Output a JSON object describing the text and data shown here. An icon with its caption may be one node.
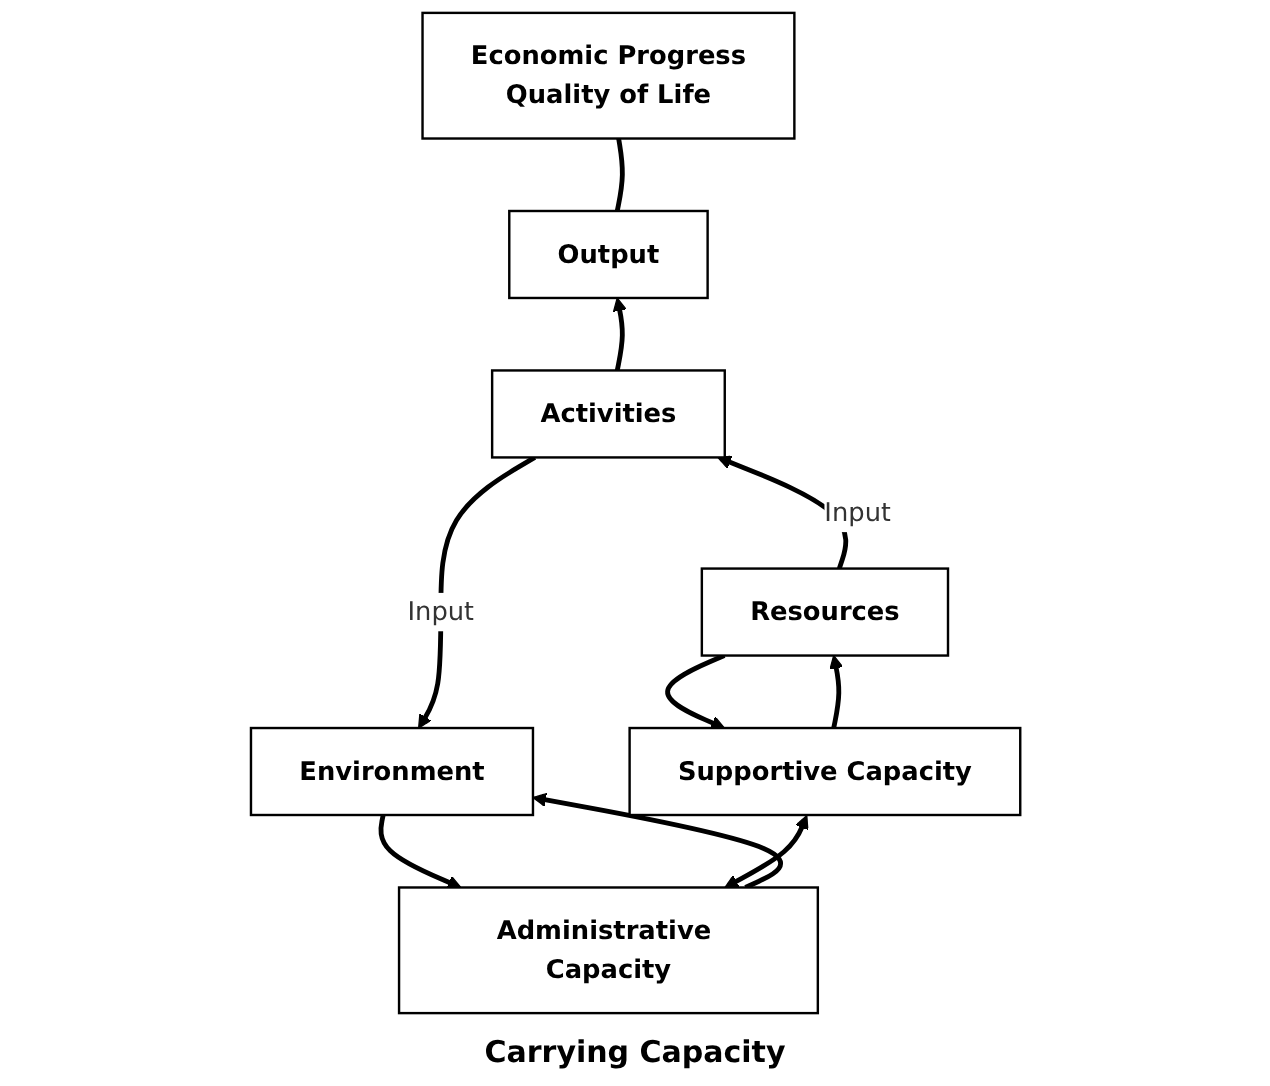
{
  "diagram": {
    "caption": "Carrying Capacity",
    "nodes": [
      {
        "text": [
          "Economic Progress",
          "Quality of Life"
        ]
      },
      {
        "text": [
          "Output"
        ]
      },
      {
        "text": [
          "Activities"
        ]
      },
      {
        "text": [
          "Resources"
        ]
      },
      {
        "text": [
          "Environment"
        ]
      },
      {
        "text": [
          "Supportive Capacity"
        ]
      },
      {
        "text": [
          "Administrative Capacity"
        ]
      }
    ],
    "edges": [
      {
        "from": 1,
        "to": 0,
        "arrow": "none"
      },
      {
        "from": 2,
        "to": 1,
        "arrow": "to"
      },
      {
        "from": 3,
        "to": 2,
        "arrow": "to",
        "label": "Input"
      },
      {
        "from": 2,
        "to": 4,
        "arrow": "to",
        "label": "Input"
      },
      {
        "from": 3,
        "to": 5,
        "arrow": "to"
      },
      {
        "from": 5,
        "to": 3,
        "arrow": "to"
      },
      {
        "from": 6,
        "to": 4,
        "arrow": "to"
      },
      {
        "from": 4,
        "to": 6,
        "arrow": "to"
      },
      {
        "from": 5,
        "to": 6,
        "arrow": "both"
      }
    ]
  }
}
